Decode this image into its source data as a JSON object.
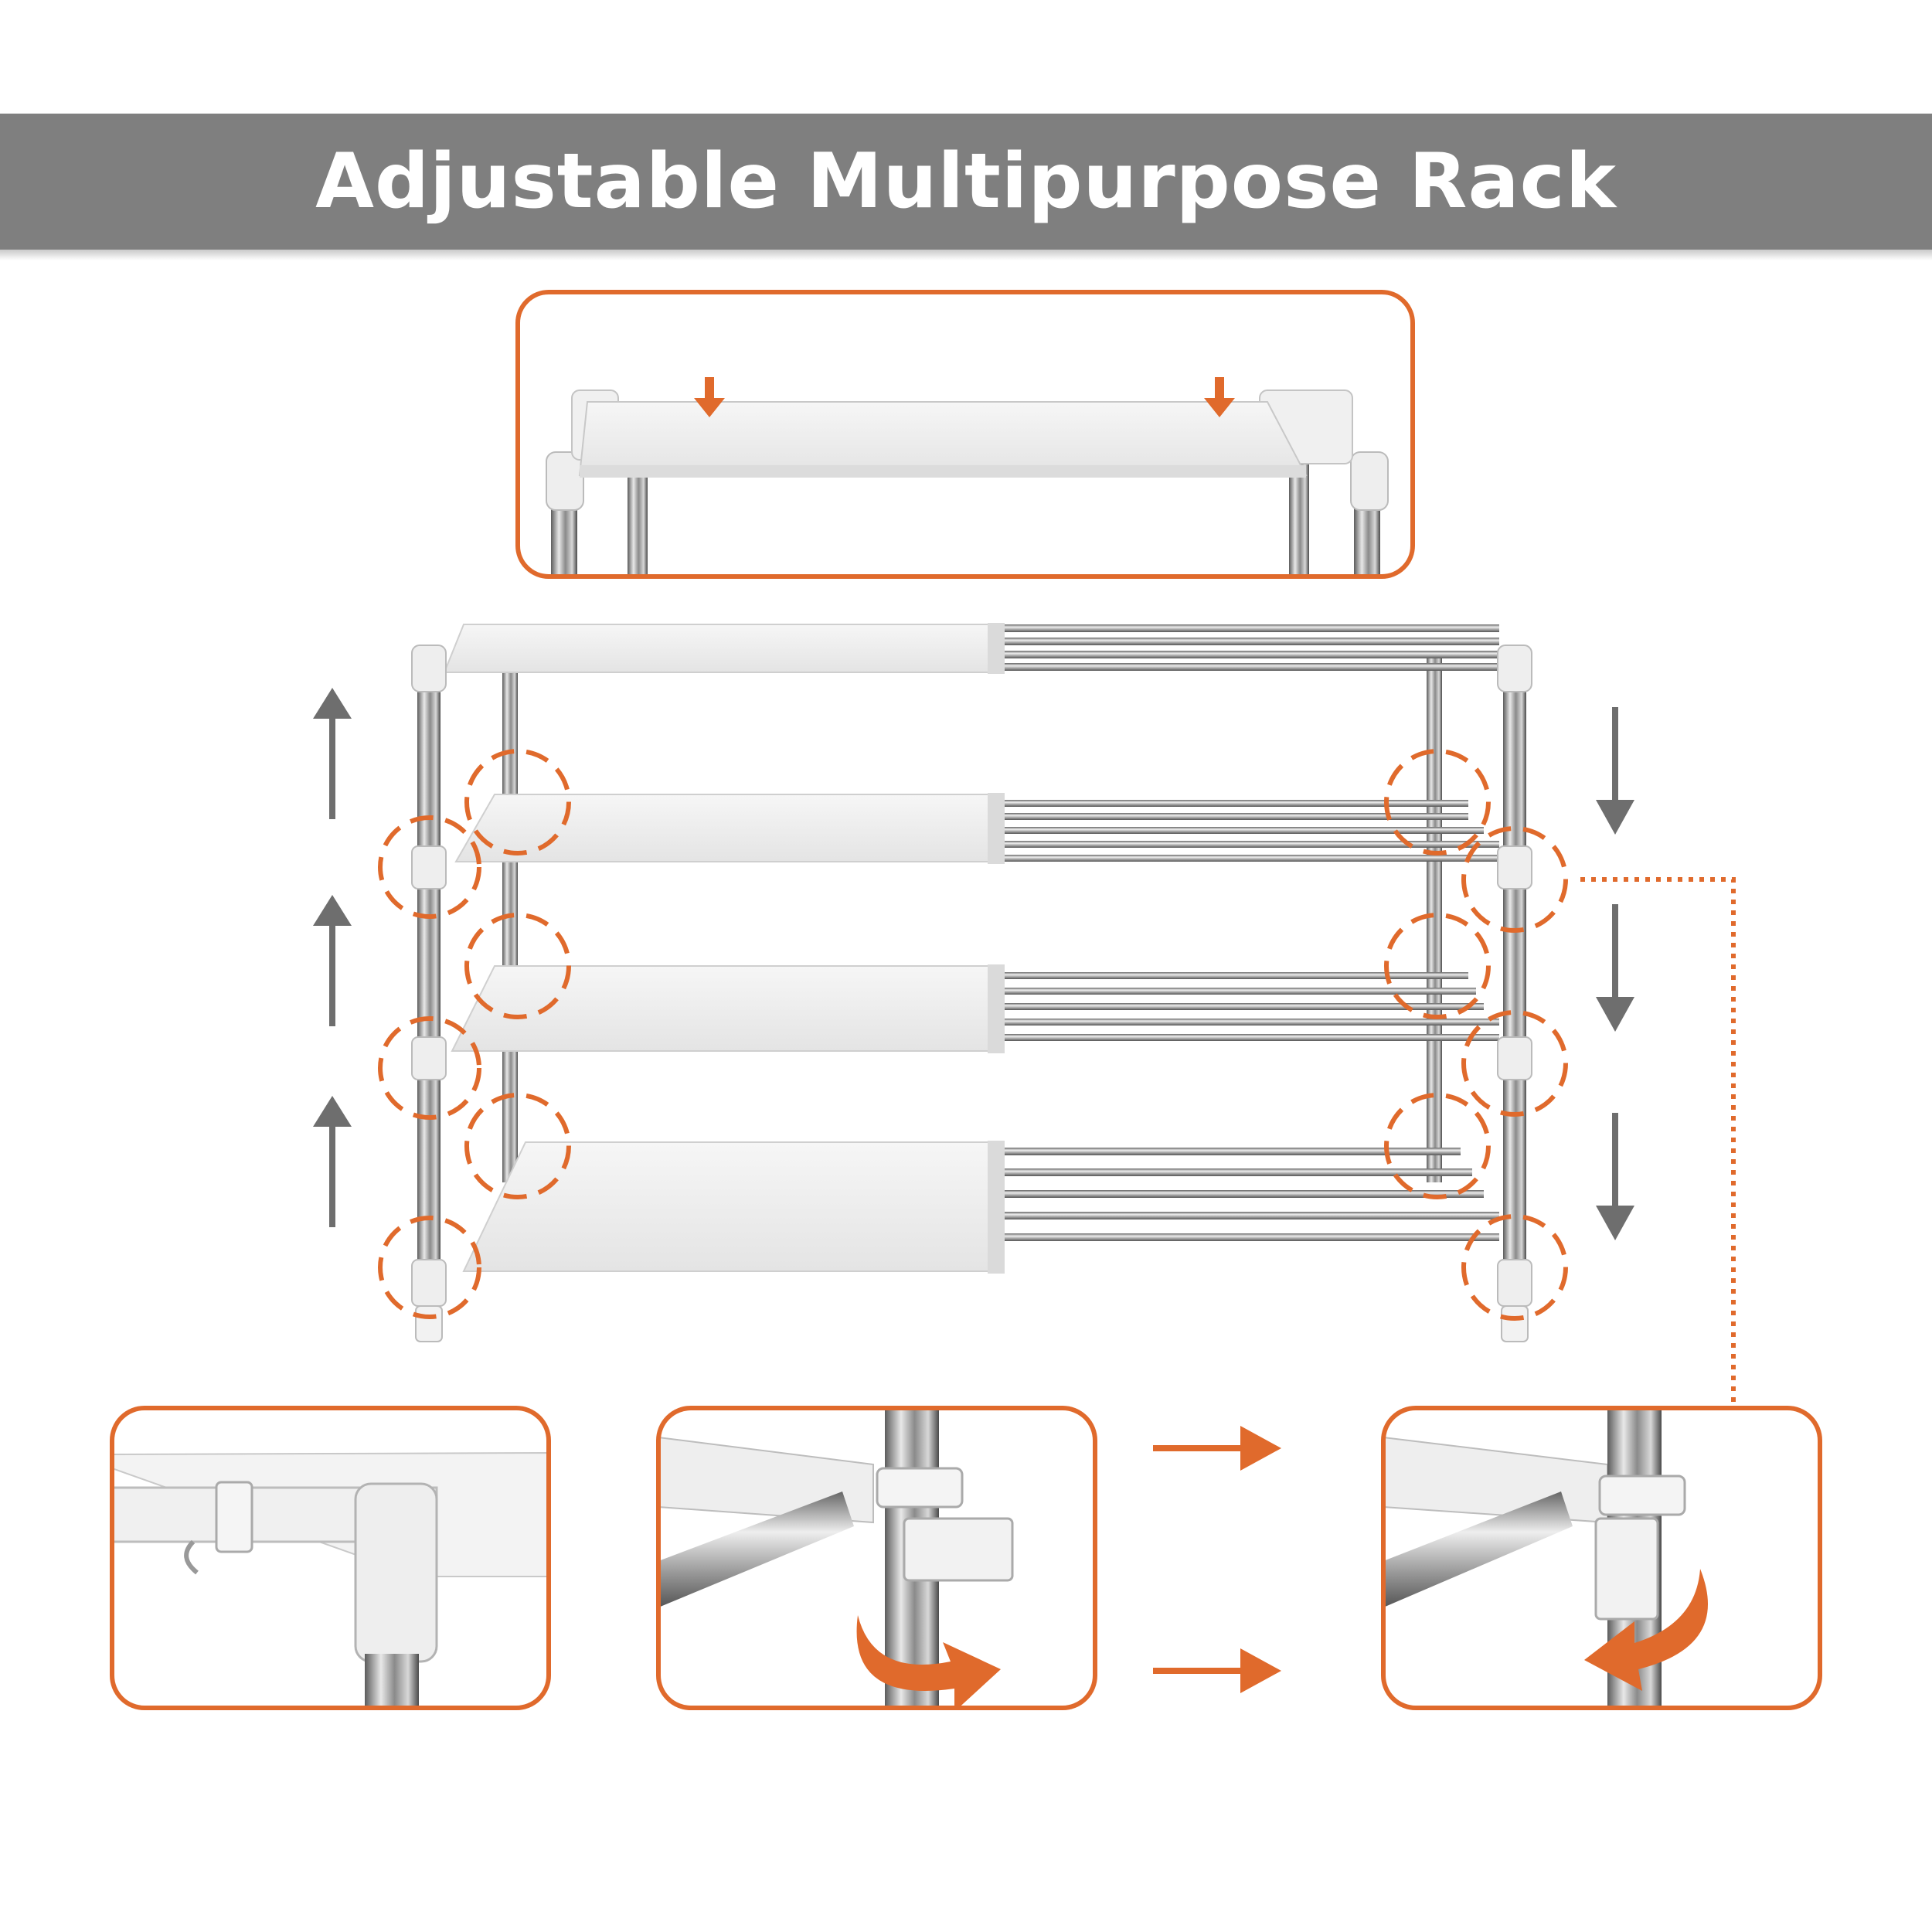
{
  "header": {
    "title": "Adjustable Multipurpose Rack"
  },
  "colors": {
    "accent": "#e06a2c",
    "title_band": "#7f7f7f",
    "arrow_gray": "#6e6e6e",
    "shelf_white": "#f1f1f1",
    "chrome": "#9a9a9a"
  },
  "illustration": {
    "rack_shelves": 4,
    "detail_panels": [
      "top-shelf-detail",
      "corner-connector-detail",
      "clip-open-detail",
      "clip-closed-detail"
    ]
  }
}
